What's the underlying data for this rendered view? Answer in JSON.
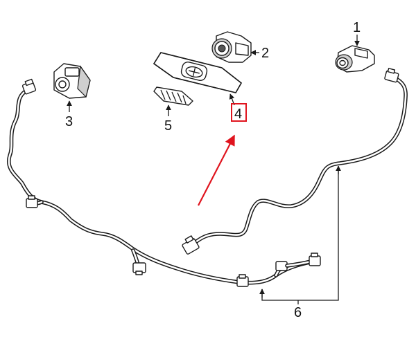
{
  "diagram": {
    "labels": {
      "p1": "1",
      "p2": "2",
      "p3": "3",
      "p4": "4",
      "p5": "5",
      "p6": "6"
    },
    "colors": {
      "line": "#1a1a1a",
      "highlight": "#e0141e",
      "background": "#ffffff"
    }
  }
}
